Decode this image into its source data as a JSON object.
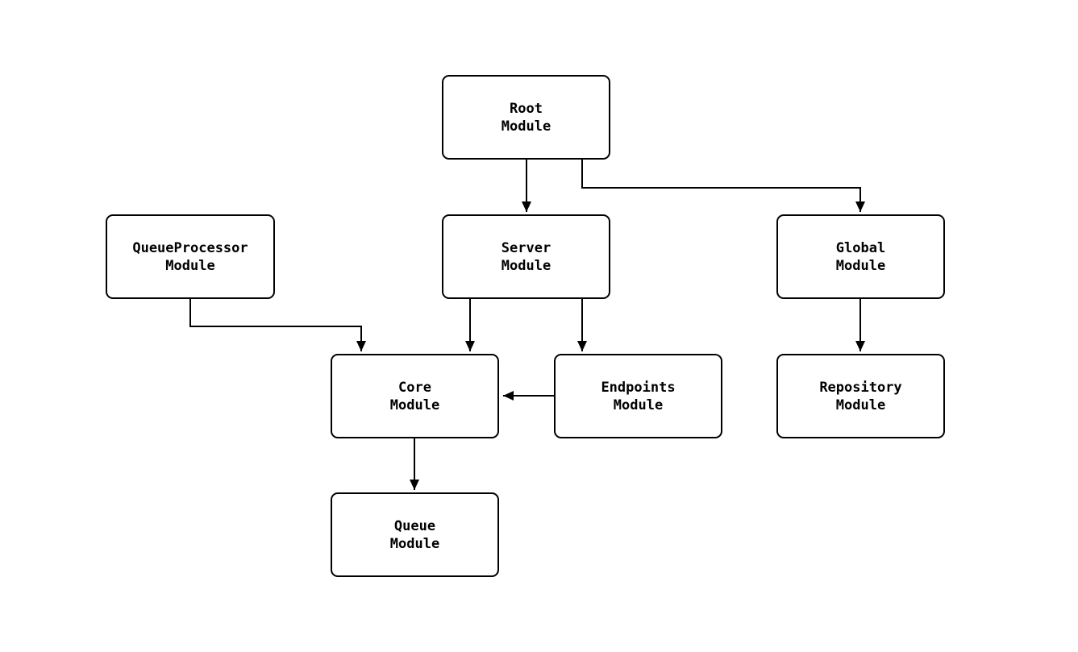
{
  "diagram": {
    "type": "module-dependency-graph",
    "colors": {
      "background": "#ffffff",
      "node_fill": "#ffffff",
      "node_border": "#000000",
      "edge": "#000000",
      "text": "#000000"
    },
    "nodes": {
      "root": {
        "label": "Root\nModule"
      },
      "queueprocessor": {
        "label": "QueueProcessor\nModule"
      },
      "server": {
        "label": "Server\nModule"
      },
      "global": {
        "label": "Global\nModule"
      },
      "core": {
        "label": "Core\nModule"
      },
      "endpoints": {
        "label": "Endpoints\nModule"
      },
      "repository": {
        "label": "Repository\nModule"
      },
      "queue": {
        "label": "Queue\nModule"
      }
    },
    "edges": [
      {
        "from": "Root Module",
        "to": "Server Module"
      },
      {
        "from": "Root Module",
        "to": "Global Module"
      },
      {
        "from": "QueueProcessor Module",
        "to": "Core Module"
      },
      {
        "from": "Server Module",
        "to": "Core Module"
      },
      {
        "from": "Server Module",
        "to": "Endpoints Module"
      },
      {
        "from": "Endpoints Module",
        "to": "Core Module"
      },
      {
        "from": "Global Module",
        "to": "Repository Module"
      },
      {
        "from": "Core Module",
        "to": "Queue Module"
      }
    ]
  }
}
